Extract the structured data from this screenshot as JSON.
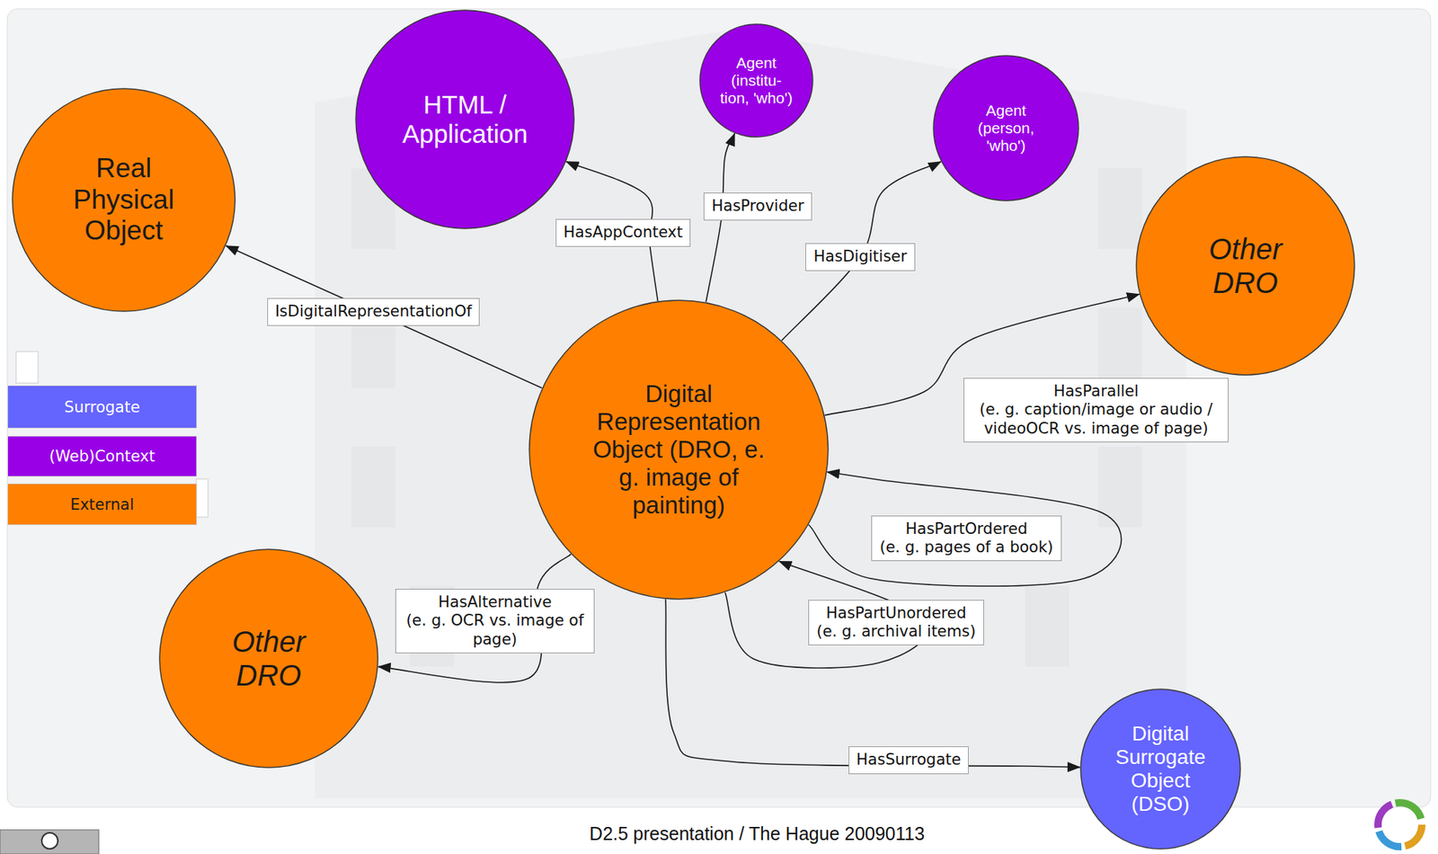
{
  "diagram": {
    "nodes": [
      {
        "text": [
          "Real Physical Object"
        ]
      },
      {
        "text": [
          "HTML / Application"
        ]
      },
      {
        "text": [
          "Agent (institu- tion, 'who')"
        ]
      },
      {
        "text": [
          "Agent (person, 'who')"
        ]
      },
      {
        "text": [
          "Other DRO"
        ]
      },
      {
        "text": [
          "Digital Representation Object (DRO, e. g. image of painting)"
        ]
      },
      {
        "text": [
          "Other DRO"
        ]
      },
      {
        "text": [
          "Digital Surrogate Object (DSO)"
        ]
      }
    ],
    "edges": [
      {
        "from": 5,
        "to": 0,
        "arrow": "to",
        "label": "IsDigitalRepresentationOf"
      },
      {
        "from": 5,
        "to": 1,
        "arrow": "to",
        "label": "HasAppContext"
      },
      {
        "from": 5,
        "to": 2,
        "arrow": "to",
        "label": "HasProvider"
      },
      {
        "from": 5,
        "to": 3,
        "arrow": "to",
        "label": "HasDigitiser"
      },
      {
        "from": 5,
        "to": 4,
        "arrow": "to",
        "label": "HasParallel (e. g. caption/image or audio / videoOCR vs. image of page)"
      },
      {
        "from": 5,
        "to": 5,
        "arrow": "to",
        "label": "HasPartOrdered (e. g. pages of a book)"
      },
      {
        "from": 5,
        "to": 5,
        "arrow": "to",
        "label": "HasPartUnordered (e. g. archival items)"
      },
      {
        "from": 5,
        "to": 6,
        "arrow": "to",
        "label": "HasAlternative (e. g. OCR vs. image of page)"
      },
      {
        "from": 5,
        "to": 7,
        "arrow": "to",
        "label": "HasSurrogate"
      }
    ],
    "labels": [
      "D2.5 presentation / The Hague 20090113"
    ],
    "legend": [
      {
        "text": "Surrogate",
        "color": "#6464ff"
      },
      {
        "text": "(Web)Context",
        "color": "#9900e6"
      },
      {
        "text": "External",
        "color": "#ff8000"
      }
    ]
  }
}
